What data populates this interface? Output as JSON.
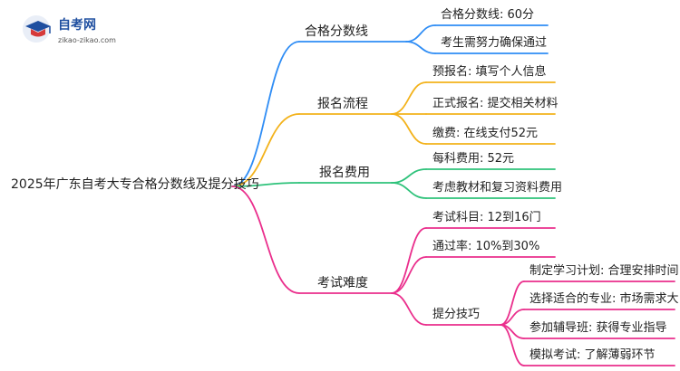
{
  "logo": {
    "name": "自考网",
    "url_text": "zikao-zikao.com"
  },
  "colors": {
    "blue": "#2f8df5",
    "orange": "#f3b21b",
    "green": "#2ec27a",
    "magenta": "#ea2e8c"
  },
  "root": {
    "label": "2025年广东自考大专合格分数线及提分技巧"
  },
  "branches": [
    {
      "label": "合格分数线",
      "color": "#2f8df5",
      "children": [
        {
          "label": "合格分数线: 60分"
        },
        {
          "label": "考生需努力确保通过"
        }
      ]
    },
    {
      "label": "报名流程",
      "color": "#f3b21b",
      "children": [
        {
          "label": "预报名: 填写个人信息"
        },
        {
          "label": "正式报名: 提交相关材料"
        },
        {
          "label": "缴费: 在线支付52元"
        }
      ]
    },
    {
      "label": "报名费用",
      "color": "#2ec27a",
      "children": [
        {
          "label": "每科费用: 52元"
        },
        {
          "label": "考虑教材和复习资料费用"
        }
      ]
    },
    {
      "label": "考试难度",
      "color": "#ea2e8c",
      "children": [
        {
          "label": "考试科目: 12到16门"
        },
        {
          "label": "通过率: 10%到30%"
        },
        {
          "label": "提分技巧",
          "children": [
            {
              "label": "制定学习计划: 合理安排时间"
            },
            {
              "label": "选择适合的专业: 市场需求大"
            },
            {
              "label": "参加辅导班: 获得专业指导"
            },
            {
              "label": "模拟考试: 了解薄弱环节"
            }
          ]
        }
      ]
    }
  ]
}
